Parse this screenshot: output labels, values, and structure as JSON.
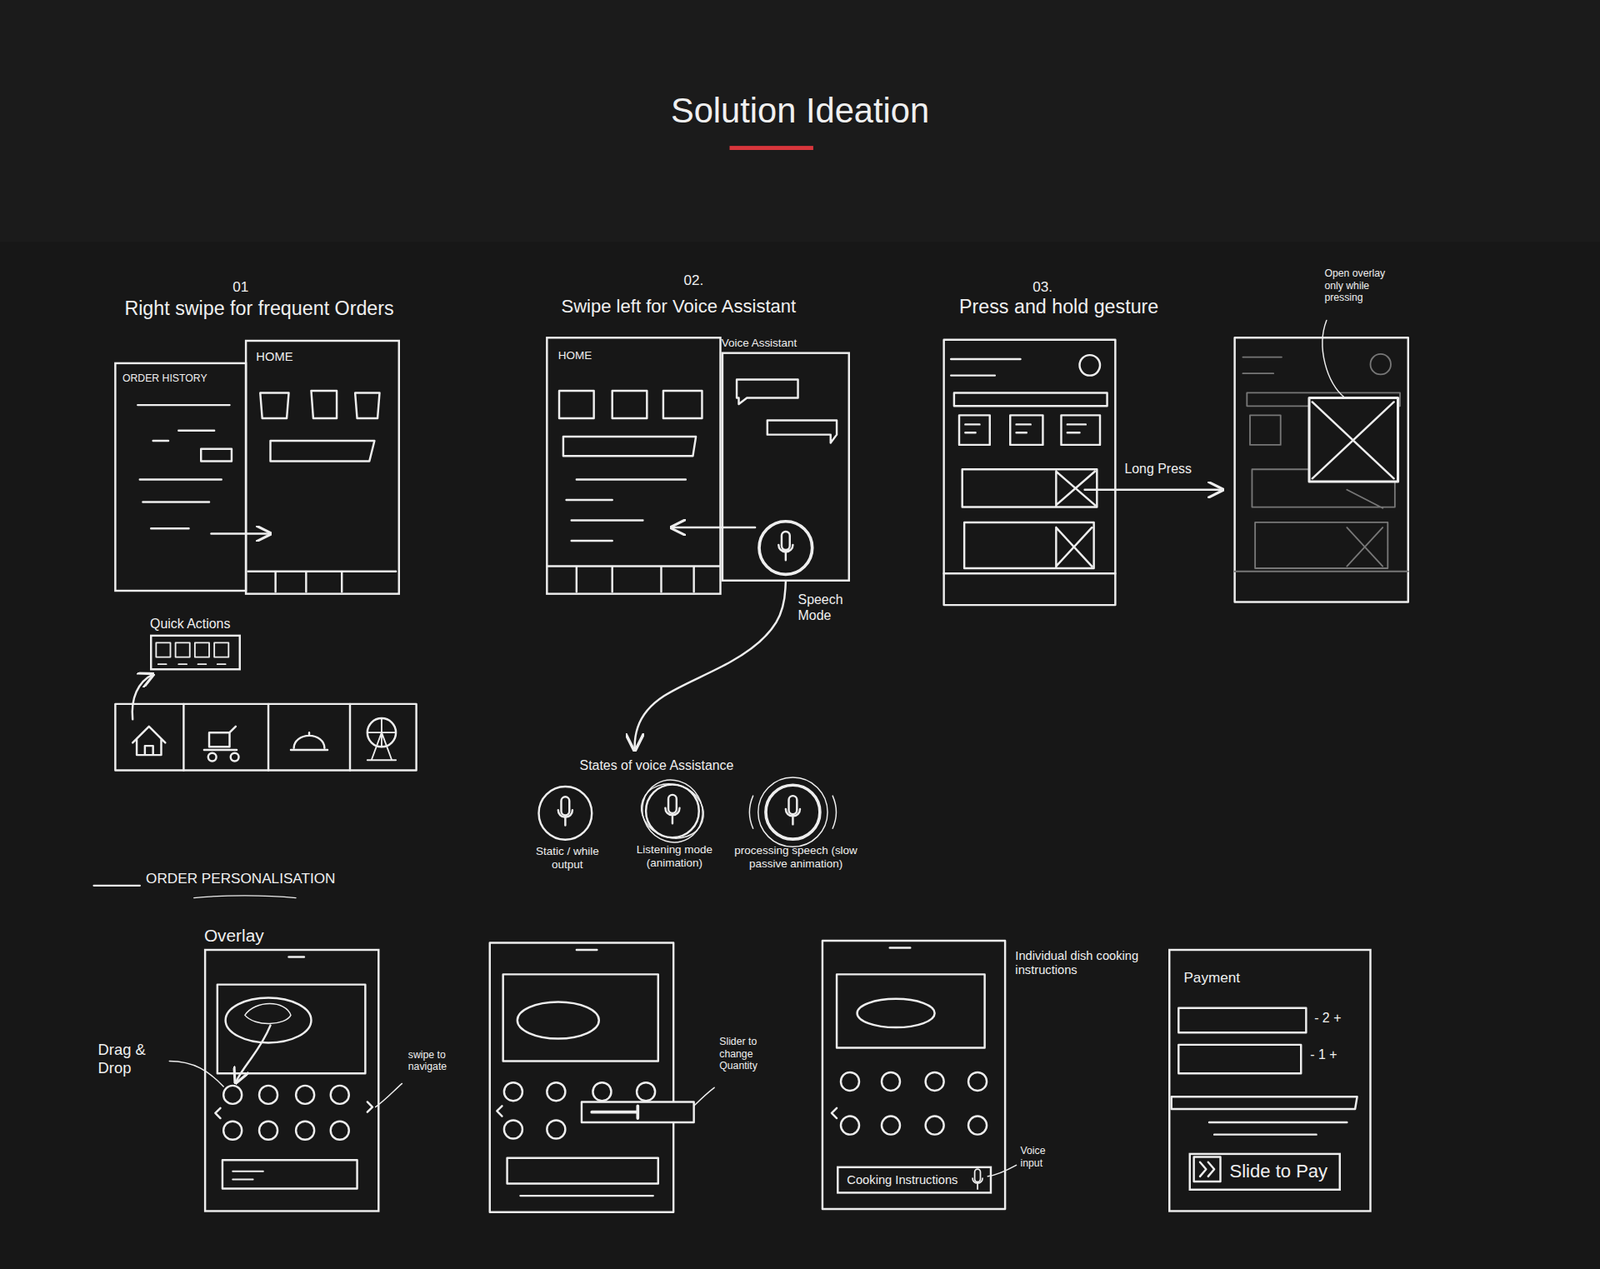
{
  "diagram": {
    "title": "Solution Ideation",
    "nodes": [
      {
        "text": [
          "ORDER HISTORY"
        ]
      },
      {
        "text": [
          "HOME"
        ]
      },
      {
        "text": [
          "Quick Actions"
        ]
      },
      {
        "text": [
          "HOME"
        ]
      },
      {
        "text": [
          "Voice Assistant"
        ]
      },
      {
        "text": [
          "States of voice Assistance"
        ]
      },
      {
        "text": [
          "Static / while output"
        ],
        "in": 5
      },
      {
        "text": [
          "Listening mode (animation)"
        ],
        "in": 5
      },
      {
        "text": [
          "processing speech (slow passive animation)"
        ],
        "in": 5
      },
      {
        "text": [
          "Overlay"
        ]
      },
      {
        "text": [
          "Cooking Instructions"
        ]
      },
      {
        "text": [
          "Payment"
        ]
      },
      {
        "text": [
          "Slide to Pay"
        ],
        "in": 11
      }
    ],
    "edges": [
      {
        "from": 4,
        "to": 5,
        "arrow": "to"
      }
    ],
    "labels": [
      "01",
      "Right swipe for frequent Orders",
      "02.",
      "Swipe left for Voice Assistant",
      "Speech Mode",
      "03.",
      "Press and hold gesture",
      "Long Press",
      "Open overlay only while pressing",
      "ORDER PERSONALISATION",
      "Drag & Drop",
      "swipe to navigate",
      "Slider to change Quantity",
      "Individual dish cooking instructions",
      "Voice input",
      "- 2 +",
      "- 1 +"
    ]
  }
}
